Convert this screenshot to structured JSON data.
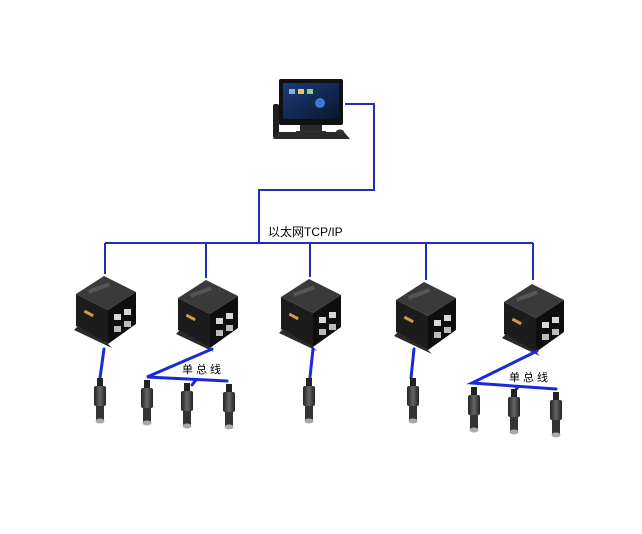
{
  "network_label": "以太网TCP/IP",
  "bus_labels": [
    "单总线",
    "单总线"
  ],
  "colors": {
    "network_line": "#1f2fb8",
    "bus_line": "#1a2bd6",
    "device_body": "#1c1c1c",
    "background": "#ffffff"
  },
  "icons": {
    "computer": "desktop-computer-icon",
    "controller": "controller-box-icon",
    "sensor": "temperature-sensor-probe-icon"
  },
  "nodes": [
    {
      "controller": 1,
      "sensor_count": 1
    },
    {
      "controller": 2,
      "sensor_count": 3
    },
    {
      "controller": 3,
      "sensor_count": 1
    },
    {
      "controller": 4,
      "sensor_count": 1
    },
    {
      "controller": 5,
      "sensor_count": 3
    }
  ]
}
